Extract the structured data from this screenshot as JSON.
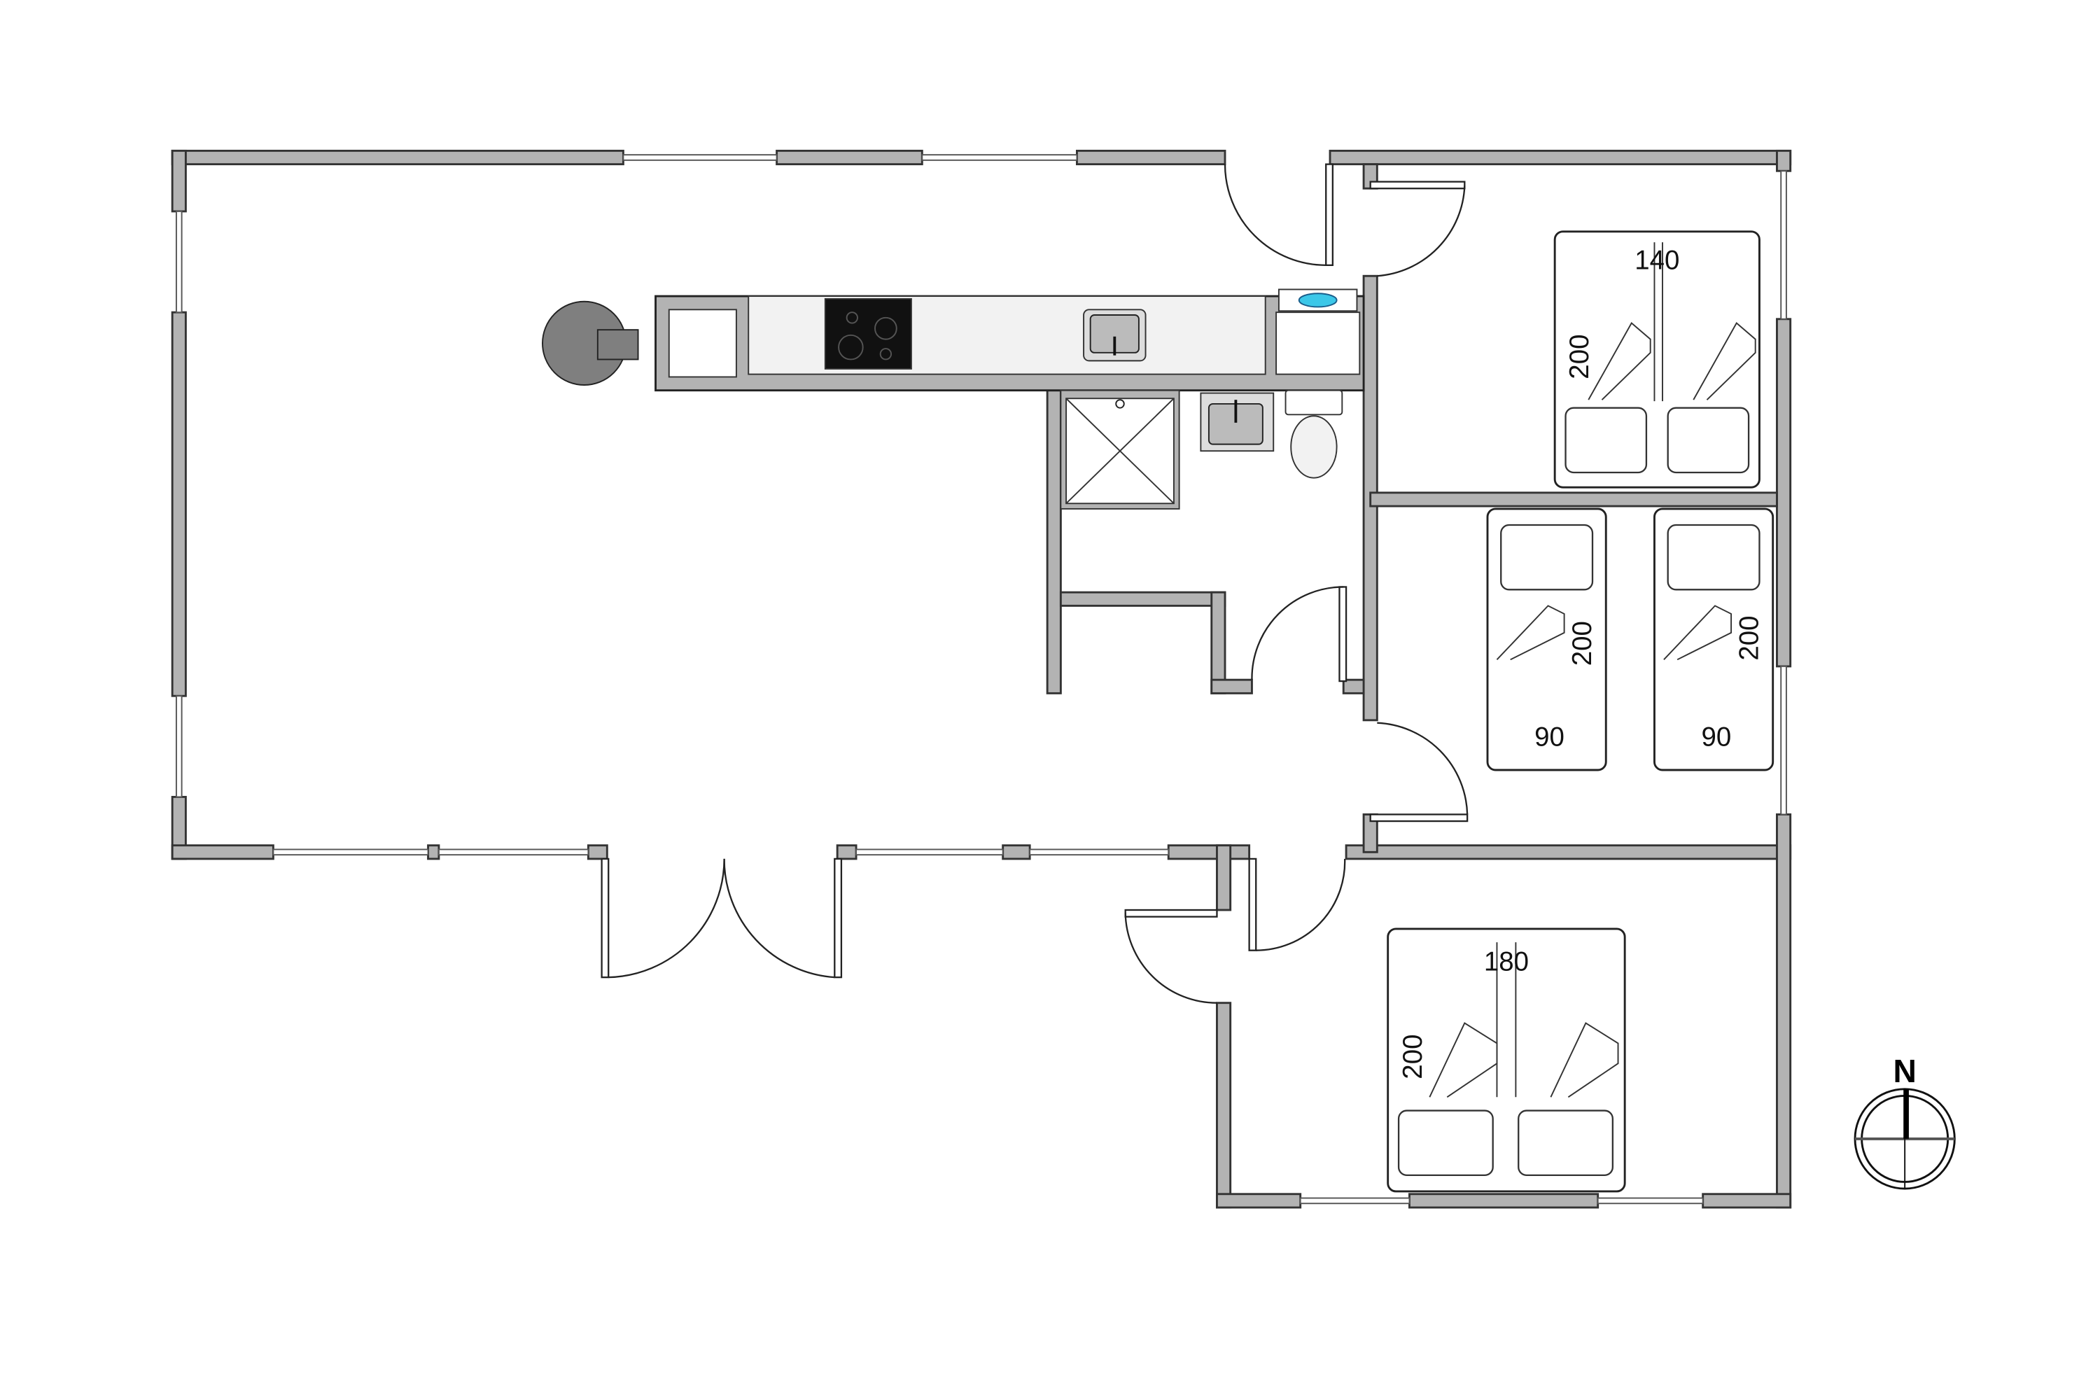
{
  "plan": {
    "bedroom_1": {
      "bed_width": "140",
      "bed_length": "200"
    },
    "bedroom_2": {
      "bed_a_width": "90",
      "bed_a_length": "200",
      "bed_b_width": "90",
      "bed_b_length": "200"
    },
    "bedroom_3": {
      "bed_width": "180",
      "bed_length": "200"
    },
    "compass": {
      "label": "N"
    }
  },
  "colors": {
    "wall": "#b3b3b3",
    "counter": "#f2f2f2",
    "hob": "#111111",
    "stove": "#7f7f7f"
  }
}
